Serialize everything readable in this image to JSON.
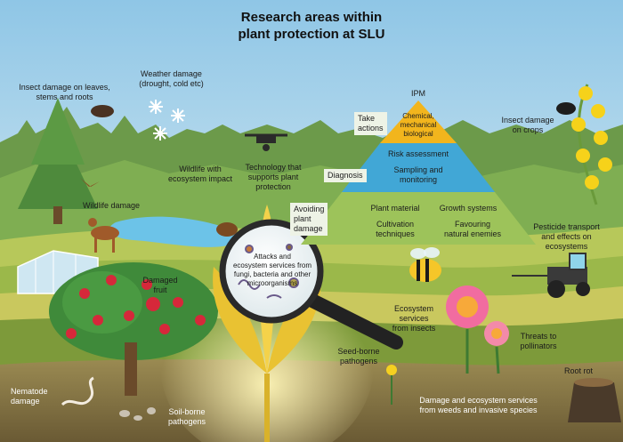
{
  "title": "Research areas within\nplant protection at SLU",
  "pyramid": {
    "top_label": "IPM",
    "tier1": "Chemical,\nmechanical\nbiological",
    "tier1_side": "Take\nactions",
    "tier2_title": "Risk assessment",
    "tier2_body": "Sampling and\nmonitoring",
    "tier2_side": "Diagnosis",
    "tier3_side": "Avoiding\nplant\ndamage",
    "tier3_cells": [
      "Plant material",
      "Growth systems",
      "Cultivation\ntechniques",
      "Favouring\nnatural enemies"
    ]
  },
  "labels": {
    "insect_leaves": "Insect damage on leaves,\nstems and roots",
    "weather": "Weather damage\n(drought, cold etc)",
    "insect_crops": "Insect damage\non crops",
    "wildlife_eco": "Wildlife with\necosystem impact",
    "technology": "Technology that\nsupports plant\nprotection",
    "wildlife_damage": "Wildlife damage",
    "damaged_fruit": "Damaged\nfruit",
    "magnifier": "Attacks and\necosystem services from\nfungi, bacteria and other\nmicroorganisms",
    "pesticide": "Pesticide transport\nand effects on\necosystems",
    "eco_insects": "Ecosystem\nservices\nfrom insects",
    "pollinators": "Threats to\npollinators",
    "seed_borne": "Seed-borne\npathogens",
    "root_rot": "Root rot",
    "nematode": "Nematode\ndamage",
    "soil_borne": "Soil-borne\npathogens",
    "weeds": "Damage and ecosystem services\nfrom weeds and invasive species"
  },
  "colors": {
    "sky_top": "#8fc6e6",
    "sky_bottom": "#e6f3f8",
    "forest": "#6c9a4a",
    "field_light": "#b7c85a",
    "field_dark": "#7d9a3a",
    "pyramid_top": "#f2b51d",
    "pyramid_mid": "#41a7d6",
    "pyramid_base": "#9dc35a",
    "water": "#6cc3e8"
  }
}
